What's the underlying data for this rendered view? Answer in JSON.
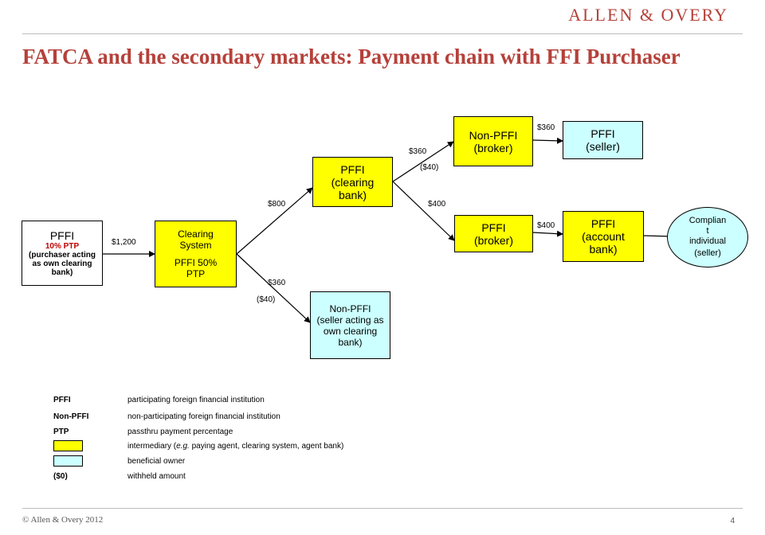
{
  "header": {
    "logo": "ALLEN & OVERY"
  },
  "title": "FATCA and the secondary markets: Payment chain with FFI Purchaser",
  "nodes": {
    "purchaser": {
      "line1": "PFFI",
      "line2": "10% PTP",
      "line3": "(purchaser acting as own clearing bank)"
    },
    "clearing_system": {
      "line1": "Clearing System",
      "line2": "PFFI 50% PTP"
    },
    "clearing_bank": {
      "label": "PFFI (clearing bank)"
    },
    "nonpffi_seller_bank": {
      "label": "Non-PFFI (seller acting as own clearing bank)"
    },
    "nonpffi_broker": {
      "label": "Non-PFFI (broker)"
    },
    "pffi_broker": {
      "label": "PFFI (broker)"
    },
    "pffi_seller": {
      "label": "PFFI (seller)"
    },
    "pffi_account_bank": {
      "label": "PFFI (account bank)"
    },
    "compliant_individual": {
      "line1": "Complian t individual",
      "line2": "(seller)"
    }
  },
  "amounts": {
    "a1200": "$1,200",
    "a800": "$800",
    "a360_down": "$360",
    "w40_down": "($40)",
    "a360_up": "$360",
    "w40_up": "($40)",
    "a400_down": "$400",
    "a360_right": "$360",
    "a400_right": "$400"
  },
  "legend": [
    {
      "key": "PFFI",
      "desc": "participating foreign financial institution"
    },
    {
      "key": "Non-PFFI",
      "desc": "non-participating foreign financial institution"
    },
    {
      "key": "PTP",
      "desc": "passthru payment percentage"
    },
    {
      "swatch": "#ffff00",
      "desc_pre": "intermediary (",
      "desc_em": "e.g.",
      "desc_post": " paying agent, clearing system, agent bank)"
    },
    {
      "swatch": "#ccffff",
      "desc": "beneficial owner"
    },
    {
      "key": "($0)",
      "desc": "withheld amount"
    }
  ],
  "colors": {
    "intermediary": "#ffff00",
    "beneficial_owner": "#ccffff",
    "title": "#b5413a"
  },
  "footer": {
    "copyright": "© Allen & Overy 2012",
    "page": "4"
  }
}
